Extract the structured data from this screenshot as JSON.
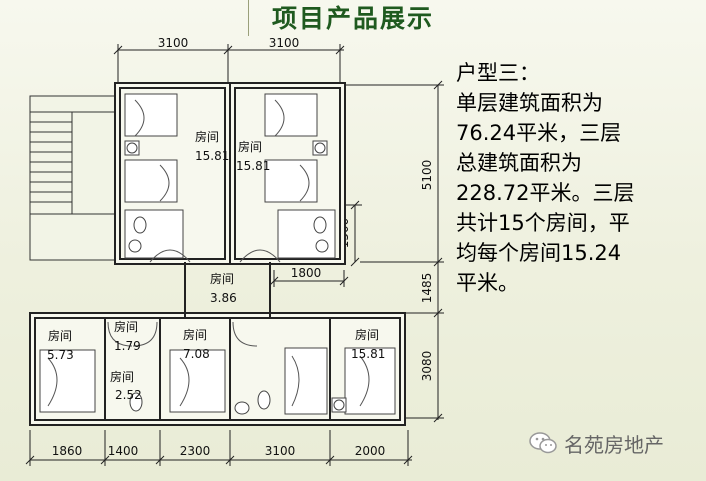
{
  "page": {
    "title": "项目产品展示"
  },
  "description": {
    "lines": [
      "户型三：",
      "单层建筑面积为",
      "76.24平米，三层",
      "总建筑面积为",
      "228.72平米。三层",
      "共计15个房间，平",
      "均每个房间15.24",
      "平米。"
    ]
  },
  "plan": {
    "top_dims": [
      "3100",
      "3100"
    ],
    "right_dims": [
      "5100",
      "1500",
      "1485",
      "3080"
    ],
    "inner_dim": "1800",
    "bottom_dims": [
      "1860",
      "1400",
      "2300",
      "3100",
      "2000"
    ],
    "rooms": [
      {
        "label": "房间",
        "area": "15.81"
      },
      {
        "label": "房间",
        "area": "15.81"
      },
      {
        "label": "房间",
        "area": "3.86"
      },
      {
        "label": "房间",
        "area": "5.73"
      },
      {
        "label": "房间",
        "area": "1.79"
      },
      {
        "label": "房间",
        "area": "2.52"
      },
      {
        "label": "房间",
        "area": "7.08"
      },
      {
        "label": "房间",
        "area": "15.81"
      }
    ]
  },
  "watermark": {
    "text": "名苑房地产",
    "icon": "wechat-icon"
  }
}
